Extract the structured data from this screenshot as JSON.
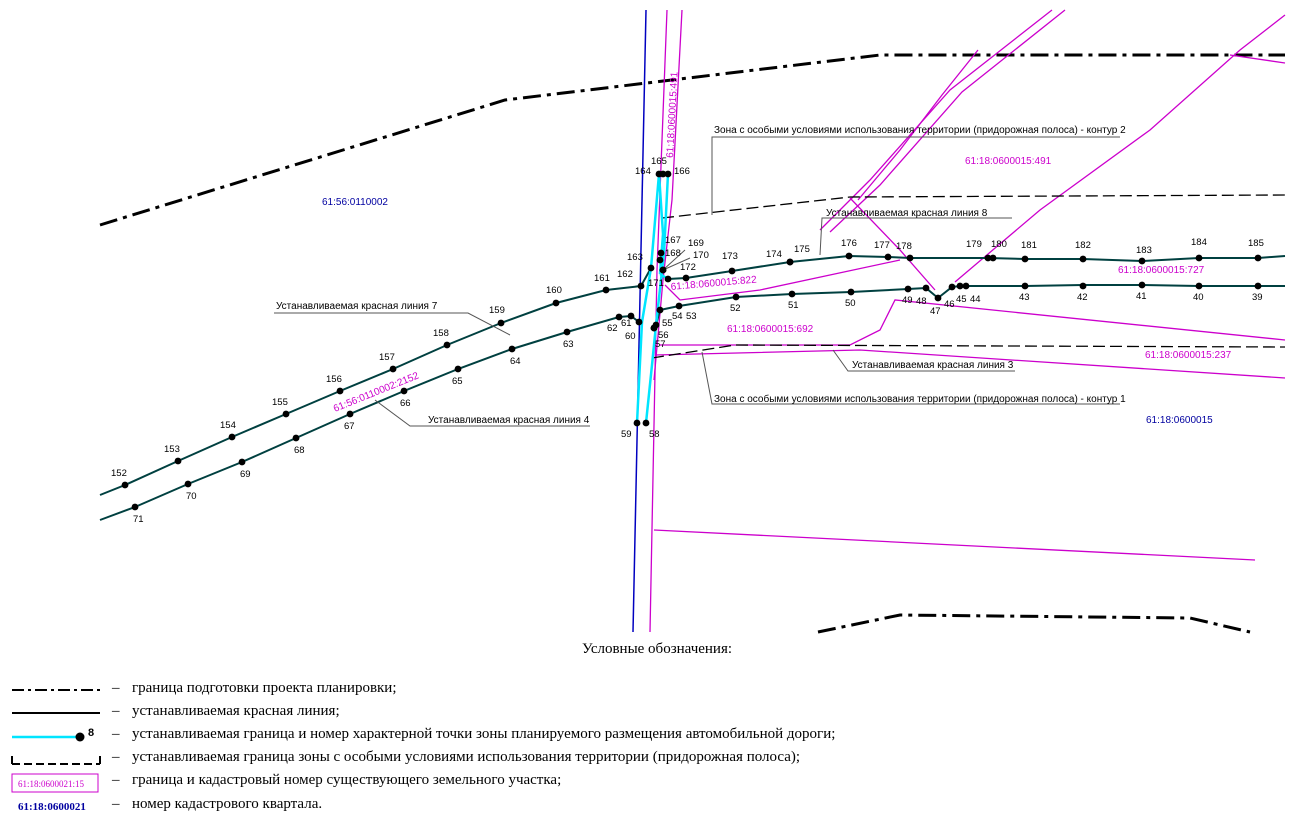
{
  "labels": {
    "quarter_a": "61:56:0110002",
    "quarter_b": "61:18:0600015",
    "parcel_491_top": "61:18:0600015:491",
    "parcel_491": "61:18:0600015:491",
    "parcel_727": "61:18:0600015:727",
    "parcel_822": "61:18:0600015:822",
    "parcel_692": "61:18:0600015:692",
    "parcel_237": "61:18:0600015:237",
    "parcel_2152": "61:56:0110002:2152",
    "zone_contour2": "Зона с особыми условиями использования территории (придорожная полоса) - контур 2",
    "zone_contour1": "Зона с особыми условиями использования территории (придорожная полоса) - контур 1",
    "red_line_7": "Устанавливаемая красная линия 7",
    "red_line_4": "Устанавливаемая красная линия 4",
    "red_line_8": "Устанавливаемая красная линия 8",
    "red_line_3": "Устанавливаемая красная линия 3"
  },
  "points": [
    {
      "n": "152"
    },
    {
      "n": "153"
    },
    {
      "n": "154"
    },
    {
      "n": "155"
    },
    {
      "n": "156"
    },
    {
      "n": "157"
    },
    {
      "n": "158"
    },
    {
      "n": "159"
    },
    {
      "n": "160"
    },
    {
      "n": "161"
    },
    {
      "n": "162"
    },
    {
      "n": "163"
    },
    {
      "n": "71"
    },
    {
      "n": "70"
    },
    {
      "n": "69"
    },
    {
      "n": "68"
    },
    {
      "n": "67"
    },
    {
      "n": "66"
    },
    {
      "n": "65"
    },
    {
      "n": "64"
    },
    {
      "n": "63"
    },
    {
      "n": "62"
    },
    {
      "n": "61"
    },
    {
      "n": "60"
    },
    {
      "n": "164"
    },
    {
      "n": "165"
    },
    {
      "n": "166"
    },
    {
      "n": "167"
    },
    {
      "n": "168"
    },
    {
      "n": "169"
    },
    {
      "n": "170"
    },
    {
      "n": "171"
    },
    {
      "n": "172"
    },
    {
      "n": "173"
    },
    {
      "n": "174"
    },
    {
      "n": "175"
    },
    {
      "n": "176"
    },
    {
      "n": "177"
    },
    {
      "n": "178"
    },
    {
      "n": "179"
    },
    {
      "n": "180"
    },
    {
      "n": "181"
    },
    {
      "n": "182"
    },
    {
      "n": "183"
    },
    {
      "n": "184"
    },
    {
      "n": "185"
    },
    {
      "n": "55"
    },
    {
      "n": "56"
    },
    {
      "n": "57"
    },
    {
      "n": "54"
    },
    {
      "n": "53"
    },
    {
      "n": "52"
    },
    {
      "n": "51"
    },
    {
      "n": "50"
    },
    {
      "n": "49"
    },
    {
      "n": "48"
    },
    {
      "n": "47"
    },
    {
      "n": "46"
    },
    {
      "n": "45"
    },
    {
      "n": "44"
    },
    {
      "n": "43"
    },
    {
      "n": "42"
    },
    {
      "n": "41"
    },
    {
      "n": "40"
    },
    {
      "n": "39"
    },
    {
      "n": "59"
    },
    {
      "n": "58"
    }
  ],
  "legend": {
    "title": "Условные обозначения:",
    "dash": "–",
    "items": [
      "граница подготовки проекта планировки;",
      "устанавливаемая красная линия;",
      "устанавливаемая граница и номер характерной точки зоны планируемого размещения автомобильной дороги;",
      "устанавливаемая граница зоны с особыми условиями использования территории (придорожная полоса);",
      "граница и кадастровый номер существующего земельного участка;",
      "номер кадастрового квартала."
    ],
    "sample_point": "8",
    "sample_parcel": "61:18:0600021:15",
    "sample_quarter": "61:18:0600021"
  },
  "colors": {
    "red_line": "#004040",
    "zone_boundary": "#00e5ff",
    "parcel": "#cc00cc",
    "quarter": "#0000a0",
    "project_boundary": "#000000"
  }
}
